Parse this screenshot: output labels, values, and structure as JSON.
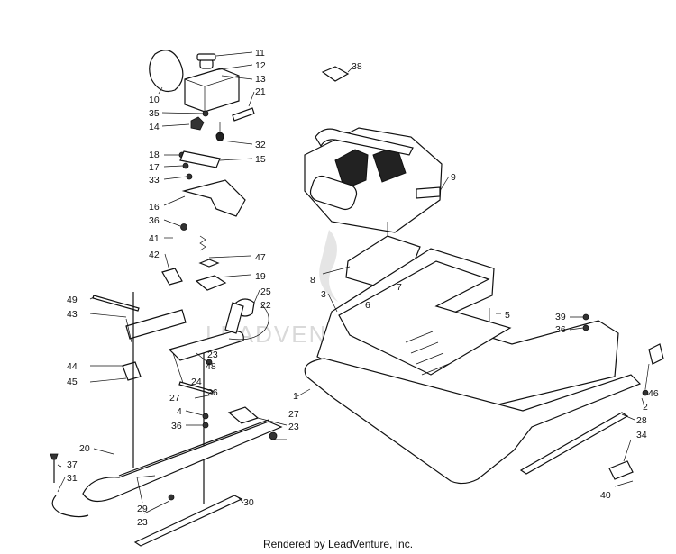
{
  "watermark": "LEADVENTURE",
  "footer_text": "Rendered by LeadVenture, Inc.",
  "callouts": {
    "c11": "11",
    "c12": "12",
    "c10": "10",
    "c13": "13",
    "c21": "21",
    "c35": "35",
    "c14": "14",
    "c32": "32",
    "c18": "18",
    "c17": "17",
    "c33": "33",
    "c15": "15",
    "c16": "16",
    "c36a": "36",
    "c41": "41",
    "c42": "42",
    "c47": "47",
    "c19": "19",
    "c49": "49",
    "c43": "43",
    "c25": "25",
    "c22": "22",
    "c48": "48",
    "c23a": "23",
    "c44": "44",
    "c45": "45",
    "c24": "24",
    "c26": "26",
    "c27a": "27",
    "c4": "4",
    "c36b": "36",
    "c27b": "27",
    "c23b": "23",
    "c20": "20",
    "c37": "37",
    "c31": "31",
    "c29": "29",
    "c23c": "23",
    "c30": "30",
    "c38": "38",
    "c9": "9",
    "c8": "8",
    "c3": "3",
    "c7": "7",
    "c6": "6",
    "c5": "5",
    "c39": "39",
    "c36c": "36",
    "c1": "1",
    "c46": "46",
    "c2": "2",
    "c28": "28",
    "c34": "34",
    "c40": "40"
  }
}
